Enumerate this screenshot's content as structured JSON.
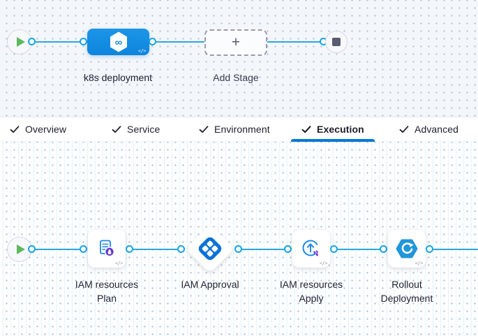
{
  "stage_pipeline": {
    "stage": {
      "label": "k8s deployment",
      "icon": "harness-cd-hexagon-infinity",
      "infinity_glyph": "∞",
      "code_badge": "</>"
    },
    "add_stage": {
      "label": "Add Stage",
      "plus_glyph": "+"
    }
  },
  "tab_bar": {
    "tabs": [
      {
        "label": "Overview",
        "checked": true,
        "active": false
      },
      {
        "label": "Service",
        "checked": true,
        "active": false
      },
      {
        "label": "Environment",
        "checked": true,
        "active": false
      },
      {
        "label": "Execution",
        "checked": true,
        "active": true
      },
      {
        "label": "Advanced",
        "checked": true,
        "active": false
      }
    ]
  },
  "execution_pipeline": {
    "steps": [
      {
        "line1": "IAM resources",
        "line2": "Plan",
        "icon": "terraform-plan-document",
        "code_badge": "</>"
      },
      {
        "line1": "IAM Approval",
        "line2": "",
        "icon": "approval-diamond",
        "code_badge": ""
      },
      {
        "line1": "IAM resources",
        "line2": "Apply",
        "icon": "terraform-apply-arrow",
        "code_badge": "</>"
      },
      {
        "line1": "Rollout",
        "line2": "Deployment",
        "icon": "rollout-hexagon-refresh",
        "code_badge": "</>"
      }
    ]
  },
  "colors": {
    "tab_accent": "#0278d5",
    "stage_node_blue": "#1189e0",
    "connector_line": "#2aa9e2",
    "port_border": "#16a5e6",
    "play_green": "#5fb85f",
    "icon_blue": "#1d88e8",
    "approval_blue": "#0b72d8",
    "terraform_purple": "#6936c9",
    "rollout_blue": "#2196db"
  }
}
